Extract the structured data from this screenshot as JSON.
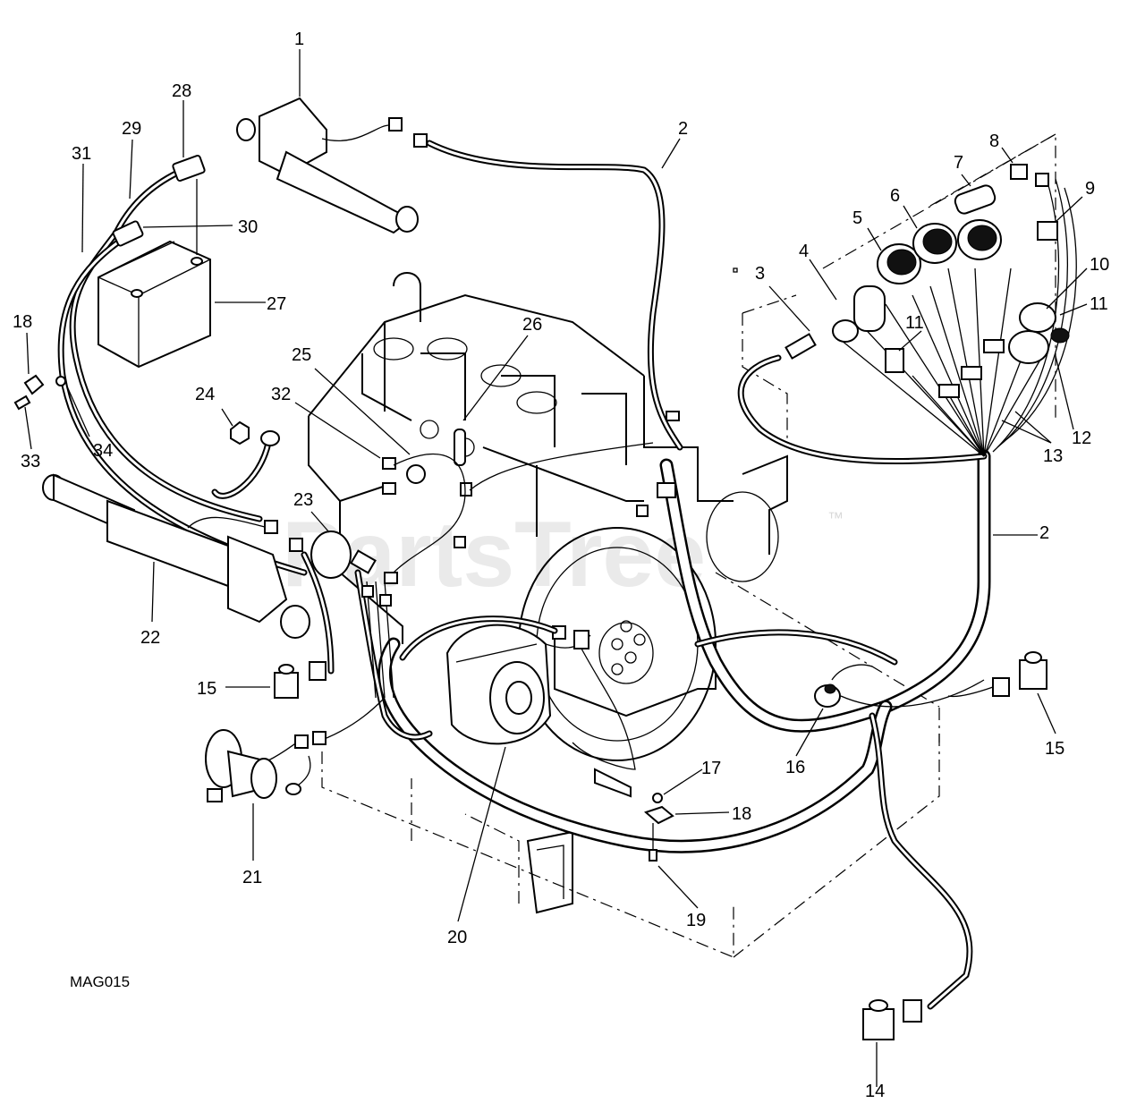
{
  "diagram": {
    "figure_code": "MAG015",
    "watermark": "PartsTree",
    "watermark_tm": "™",
    "callouts": [
      "1",
      "2",
      "2",
      "3",
      "4",
      "5",
      "6",
      "7",
      "8",
      "9",
      "10",
      "11",
      "11",
      "12",
      "13",
      "14",
      "15",
      "15",
      "16",
      "17",
      "18",
      "18",
      "19",
      "20",
      "21",
      "22",
      "23",
      "24",
      "25",
      "26",
      "27",
      "28",
      "29",
      "30",
      "31",
      "32",
      "33",
      "34"
    ]
  }
}
